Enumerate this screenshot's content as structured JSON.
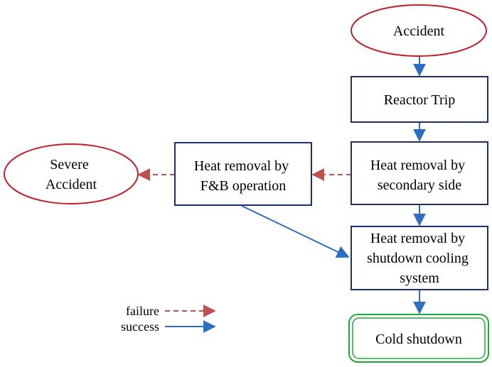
{
  "colors": {
    "terminal_stroke": "#c0202a",
    "box_stroke": "#1f2f6e",
    "end_stroke": "#22a83a",
    "success_arrow": "#2b6fc4",
    "failure_arrow": "#c0504d"
  },
  "nodes": {
    "accident": {
      "lines": [
        "Accident"
      ]
    },
    "reactor_trip": {
      "lines": [
        "Reactor Trip"
      ]
    },
    "heat_secondary": {
      "lines": [
        "Heat removal by",
        "secondary side"
      ]
    },
    "heat_fb": {
      "lines": [
        "Heat removal by",
        "F&B operation"
      ]
    },
    "severe_accident": {
      "lines": [
        "Severe",
        "Accident"
      ]
    },
    "heat_shutdown": {
      "lines": [
        "Heat removal by",
        "shutdown cooling",
        "system"
      ]
    },
    "cold_shutdown": {
      "lines": [
        "Cold shutdown"
      ]
    }
  },
  "legend": {
    "failure_label": "failure",
    "success_label": "success"
  }
}
